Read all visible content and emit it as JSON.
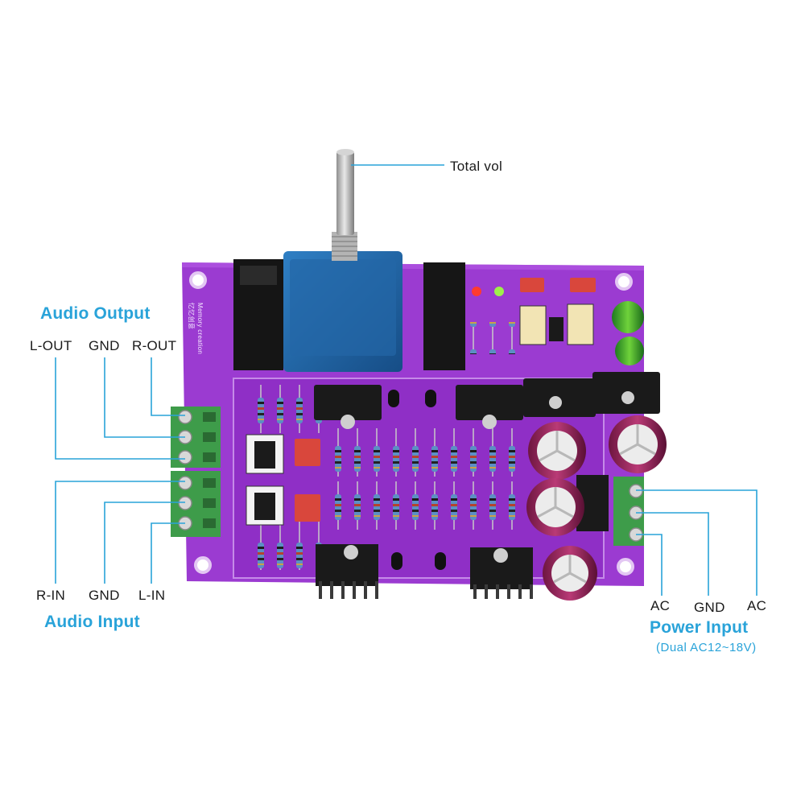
{
  "colors": {
    "accent": "#29a3d9",
    "callout_line": "#29a3d9",
    "pcb": "#9b3bd1",
    "text": "#1a1a1a"
  },
  "labels": {
    "total_vol": "Total vol",
    "audio_output_title": "Audio Output",
    "l_out": "L-OUT",
    "gnd_out": "GND",
    "r_out": "R-OUT",
    "r_in": "R-IN",
    "gnd_in": "GND",
    "l_in": "L-IN",
    "audio_input_title": "Audio Input",
    "ac_left": "AC",
    "gnd_power": "GND",
    "ac_right": "AC",
    "power_input_title": "Power Input",
    "power_input_spec": "(Dual AC12~18V)"
  },
  "board_print": {
    "brand_cn": "忆忆创意",
    "brand_en": "Memory creation"
  },
  "icons": [
    "potentiometer-knob",
    "pcb-board",
    "terminal-block",
    "capacitor",
    "heatsink"
  ]
}
